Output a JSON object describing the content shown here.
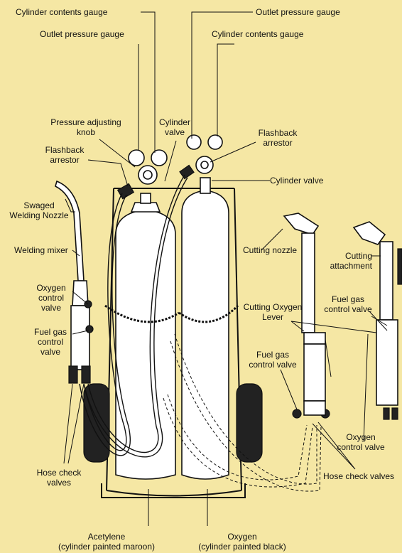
{
  "labels": {
    "cylinder_contents_gauge_left": "Cylinder contents gauge",
    "outlet_pressure_gauge_left": "Outlet pressure gauge",
    "outlet_pressure_gauge_right": "Outlet pressure gauge",
    "cylinder_contents_gauge_right": "Cylinder contents gauge",
    "pressure_adjusting_knob": "Pressure adjusting\nknob",
    "cylinder_valve_top": "Cylinder\nvalve",
    "flashback_arrestor_left": "Flashback\narrestor",
    "flashback_arrestor_right": "Flashback\narrestor",
    "cylinder_valve_right": "Cylinder valve",
    "swaged_welding_nozzle": "Swaged\nWelding Nozzle",
    "welding_mixer": "Welding mixer",
    "cutting_nozzle": "Cutting nozzle",
    "cutting_attachment": "Cutting\nattachment",
    "oxygen_control_valve_left": "Oxygen\ncontrol\nvalve",
    "fuel_gas_control_valve_left": "Fuel gas\ncontrol\nvalve",
    "fuel_gas_control_valve_right": "Fuel gas\ncontrol valve",
    "cutting_oxygen_lever": "Cutting Oxygen\nLever",
    "fuel_gas_control_valve_mid": "Fuel gas\ncontrol valve",
    "oxygen_control_valve_right": "Oxygen\ncontrol valve",
    "hose_check_valves_left": "Hose check\nvalves",
    "hose_check_valves_right": "Hose check valves",
    "acetylene": "Acetylene\n(cylinder painted maroon)",
    "oxygen": "Oxygen\n(cylinder painted black)"
  },
  "colors": {
    "background": "#f5e7a4",
    "line": "#111111",
    "equipment_fill": "#ffffff"
  }
}
